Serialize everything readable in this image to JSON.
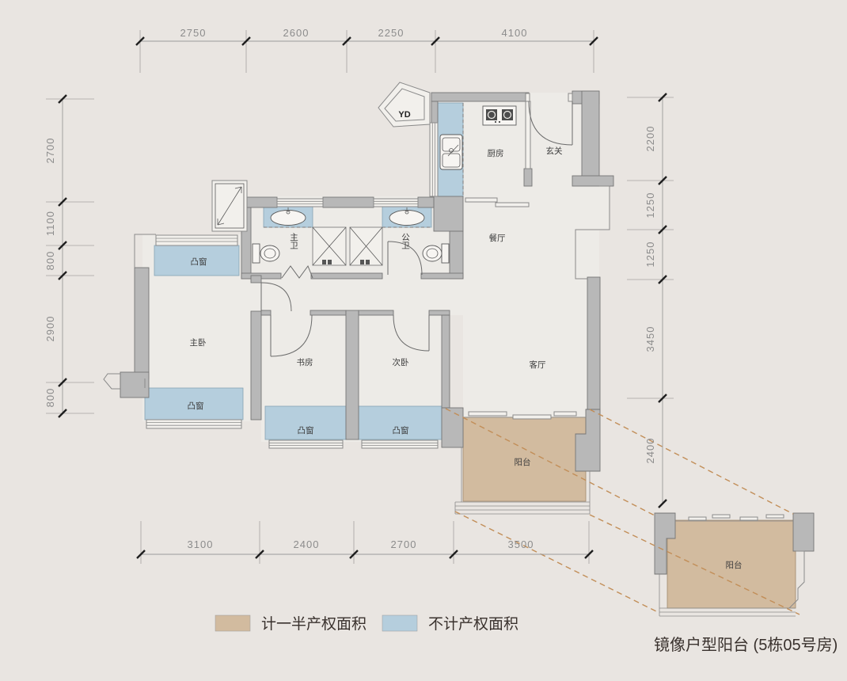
{
  "dims": {
    "top": [
      "2750",
      "2600",
      "2250",
      "4100"
    ],
    "left": [
      "2700",
      "1100",
      "800",
      "2900",
      "800"
    ],
    "right": [
      "2200",
      "1250",
      "1250",
      "3450",
      "2400"
    ],
    "bottom": [
      "3100",
      "2400",
      "2700",
      "3500"
    ]
  },
  "rooms": {
    "kitchen": "厨房",
    "entry": "玄关",
    "dining": "餐厅",
    "master_bath": "主卫",
    "public_bath": "公卫",
    "master_bedroom": "主卧",
    "study": "书房",
    "second_bedroom": "次卧",
    "living": "客厅",
    "balcony": "阳台",
    "bay_window": "凸窗",
    "flue": "YD"
  },
  "legend": [
    {
      "label": "计一半产权面积",
      "color": "#d2bb9f"
    },
    {
      "label": "不计产权面积",
      "color": "#b5cedd"
    }
  ],
  "caption": "镜像户型阳台 (5栋05号房)",
  "colors": {
    "background": "#e9e5e1",
    "floor": "#edebe7",
    "wall": "#b8b8b8",
    "excluded": "#b5cedd",
    "half": "#d2bb9f",
    "dashed": "#c28e58"
  }
}
